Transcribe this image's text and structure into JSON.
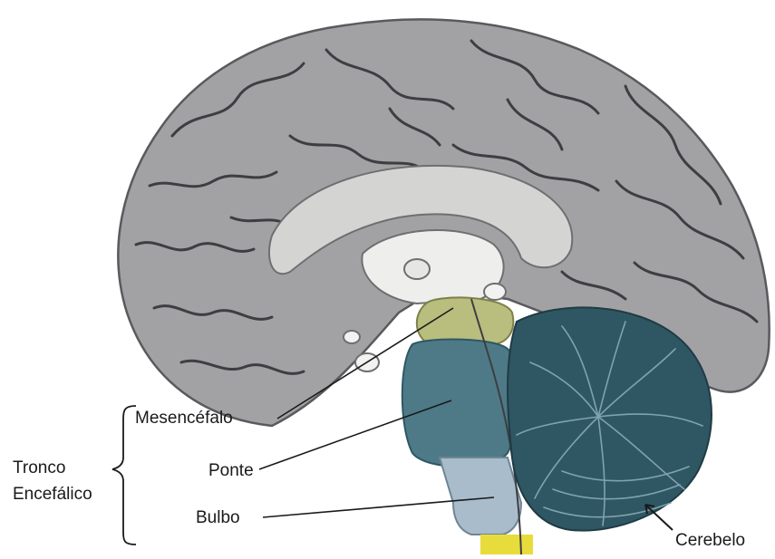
{
  "labels": {
    "mesencefalo": "Mesencéfalo",
    "ponte": "Ponte",
    "bulbo": "Bulbo",
    "cerebelo": "Cerebelo",
    "tronco_line1": "Tronco",
    "tronco_line2": "Encefálico"
  },
  "colors": {
    "cortex": "#a2a2a4",
    "cortex_dark": "#6f6f72",
    "sulcus": "#3e3e42",
    "midbrain": "#b9bd7e",
    "pons": "#4d7a86",
    "medulla": "#a9bccb",
    "cerebellum": "#2f5763",
    "spinal_cord": "#e8dc3c",
    "corpus_callosum": "#d4d4d2",
    "thalamus": "#eeeeec",
    "text": "#1a1a1a"
  }
}
